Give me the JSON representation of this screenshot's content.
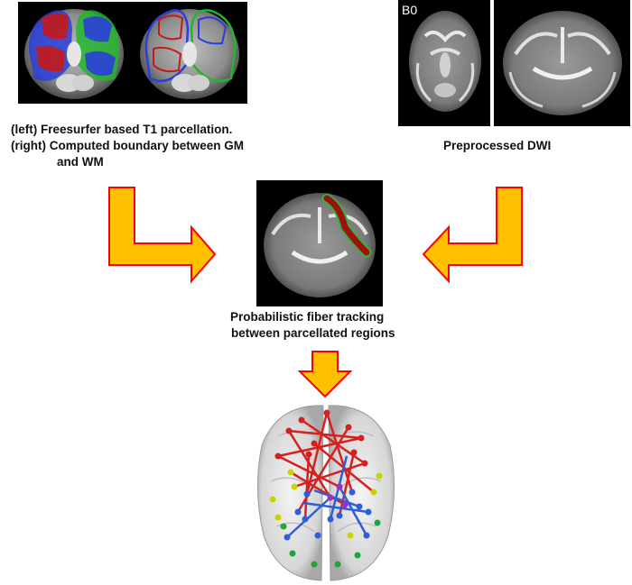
{
  "t1": {
    "caption_left": "(left) Freesurfer based T1 parcellation.",
    "caption_right": "(right) Computed boundary between GM",
    "caption_right_cont": "and WM"
  },
  "dwi": {
    "b0_label": "B0",
    "caption": "Preprocessed DWI"
  },
  "tracking": {
    "caption_line1": "Probabilistic fiber tracking",
    "caption_line2": "between parcellated regions"
  },
  "colors": {
    "arrow_fill": "#ffc000",
    "arrow_stroke": "#ff0000",
    "fiber": "#a01010",
    "node_red": "#d62020",
    "node_blue": "#2b5fd8",
    "node_green": "#1fa53a",
    "node_yellow": "#c8d400",
    "node_purple": "#9b30c8"
  }
}
